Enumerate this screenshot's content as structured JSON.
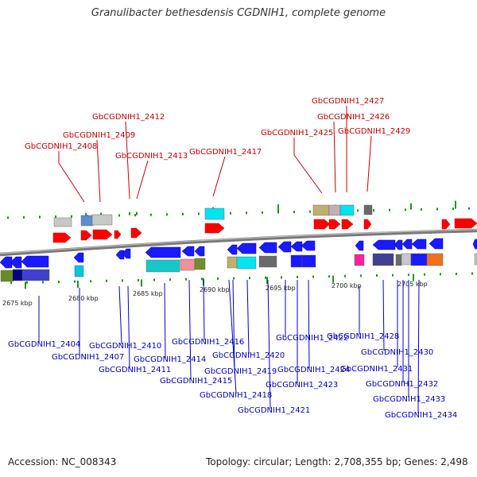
{
  "title": "Granulibacter bethesdensis CGDNIH1, complete genome",
  "footer": {
    "accession": "Accession: NC_008343",
    "stats": "Topology: circular; Length: 2,708,355 bp; Genes: 2,498"
  },
  "colors": {
    "label_top": "#cc0000",
    "label_bottom": "#0000cc",
    "backbone": "#7a7a7a",
    "tick": "#1a9a1a"
  },
  "scale_labels": [
    {
      "text": "2675 kbp"
    },
    {
      "text": "2680 kbp"
    },
    {
      "text": "2685 kbp"
    },
    {
      "text": "2690 kbp"
    },
    {
      "text": "2695 kbp"
    },
    {
      "text": "2700 kbp"
    },
    {
      "text": "2705 kbp"
    }
  ],
  "top_labels": [
    {
      "text": "GbCGDNIH1_2408"
    },
    {
      "text": "GbCGDNIH1_2409"
    },
    {
      "text": "GbCGDNIH1_2412"
    },
    {
      "text": "GbCGDNIH1_2413"
    },
    {
      "text": "GbCGDNIH1_2417"
    },
    {
      "text": "GbCGDNIH1_2425"
    },
    {
      "text": "GbCGDNIH1_2426"
    },
    {
      "text": "GbCGDNIH1_2427"
    },
    {
      "text": "GbCGDNIH1_2429"
    }
  ],
  "bottom_labels": [
    {
      "text": "GbCGDNIH1_2404"
    },
    {
      "text": "GbCGDNIH1_2407"
    },
    {
      "text": "GbCGDNIH1_2410"
    },
    {
      "text": "GbCGDNIH1_2411"
    },
    {
      "text": "GbCGDNIH1_2414"
    },
    {
      "text": "GbCGDNIH1_2415"
    },
    {
      "text": "GbCGDNIH1_2416"
    },
    {
      "text": "GbCGDNIH1_2418"
    },
    {
      "text": "GbCGDNIH1_2419"
    },
    {
      "text": "GbCGDNIH1_2420"
    },
    {
      "text": "GbCGDNIH1_2421"
    },
    {
      "text": "GbCGDNIH1_2422"
    },
    {
      "text": "GbCGDNIH1_2423"
    },
    {
      "text": "GbCGDNIH1_2424"
    },
    {
      "text": "GbCGDNIH1_2428"
    },
    {
      "text": "GbCGDNIH1_2430"
    },
    {
      "text": "GbCGDNIH1_2431"
    },
    {
      "text": "GbCGDNIH1_2432"
    },
    {
      "text": "GbCGDNIH1_2433"
    },
    {
      "text": "GbCGDNIH1_2434"
    }
  ]
}
